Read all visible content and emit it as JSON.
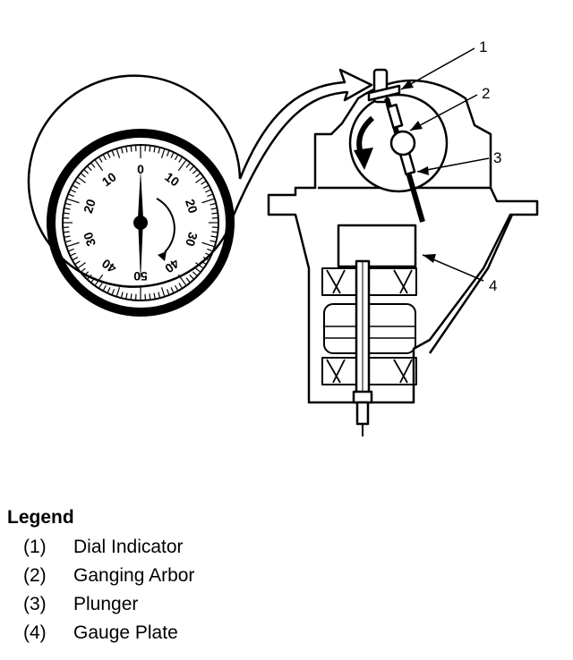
{
  "callouts": [
    "1",
    "2",
    "3",
    "4"
  ],
  "dial": {
    "labels": [
      "0",
      "10",
      "20",
      "30",
      "40",
      "50",
      "40",
      "30",
      "20",
      "10"
    ]
  },
  "legend": {
    "title": "Legend",
    "items": [
      {
        "num": "(1)",
        "label": "Dial Indicator"
      },
      {
        "num": "(2)",
        "label": "Ganging Arbor"
      },
      {
        "num": "(3)",
        "label": "Plunger"
      },
      {
        "num": "(4)",
        "label": "Gauge Plate"
      }
    ]
  },
  "colors": {
    "ink": "#000000",
    "paper": "#ffffff"
  }
}
